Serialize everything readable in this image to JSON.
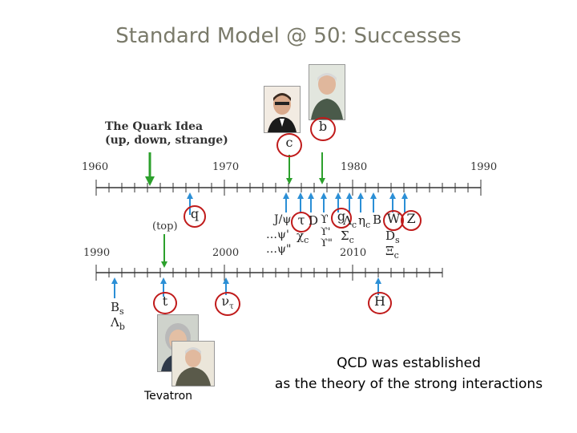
{
  "slide": {
    "title": "Standard Model @ 50: Successes",
    "quark_idea_line1": "The Quark Idea",
    "quark_idea_line2": "(up, down, strange)",
    "top_label": "(top)",
    "conclusion_line1": "QCD was established",
    "conclusion_line2": "as the theory of the strong interactions",
    "tevatron_label": "Tevatron"
  },
  "timeline1": {
    "years": [
      "1960",
      "1970",
      "1980",
      "1990"
    ],
    "circled": {
      "c": "c",
      "b": "b",
      "q": "q",
      "tau": "τ",
      "g": "g",
      "B": "B",
      "W": "W",
      "Z": "Z"
    },
    "particles": {
      "jpsi": "J/ψ",
      "D": "D",
      "psi2": "…ψ'",
      "psi3": "…ψ\"",
      "chic": "χ",
      "chic_sub": "c",
      "upsilon1": "ϒ",
      "upsilon2": "ϒ'",
      "upsilon3": "ϒ\"",
      "lambda": "Λ",
      "lambda_sub": "c",
      "eta": "η",
      "eta_sub": "c",
      "sigma": "Σ",
      "sigma_sub": "c",
      "Ds": "D",
      "Ds_sub": "s",
      "xi": "Ξ",
      "xi_sub": "c"
    }
  },
  "timeline2": {
    "years": [
      "1990",
      "2000",
      "2010"
    ],
    "circled": {
      "t": "t",
      "nutau": "ν",
      "nutau_sub": "τ",
      "H": "H"
    },
    "particles": {
      "Bs": "B",
      "Bs_sub": "s",
      "Lb": "Λ",
      "Lb_sub": "b"
    }
  },
  "colors": {
    "circle": "#c01b1b",
    "green_arrow": "#2ca02c",
    "blue_arrow": "#2b8fd6",
    "axis": "#333333",
    "title": "#7a7a6a"
  },
  "icons": [
    "green-down-arrow-icon",
    "blue-up-arrow-icon",
    "portrait-photo"
  ]
}
